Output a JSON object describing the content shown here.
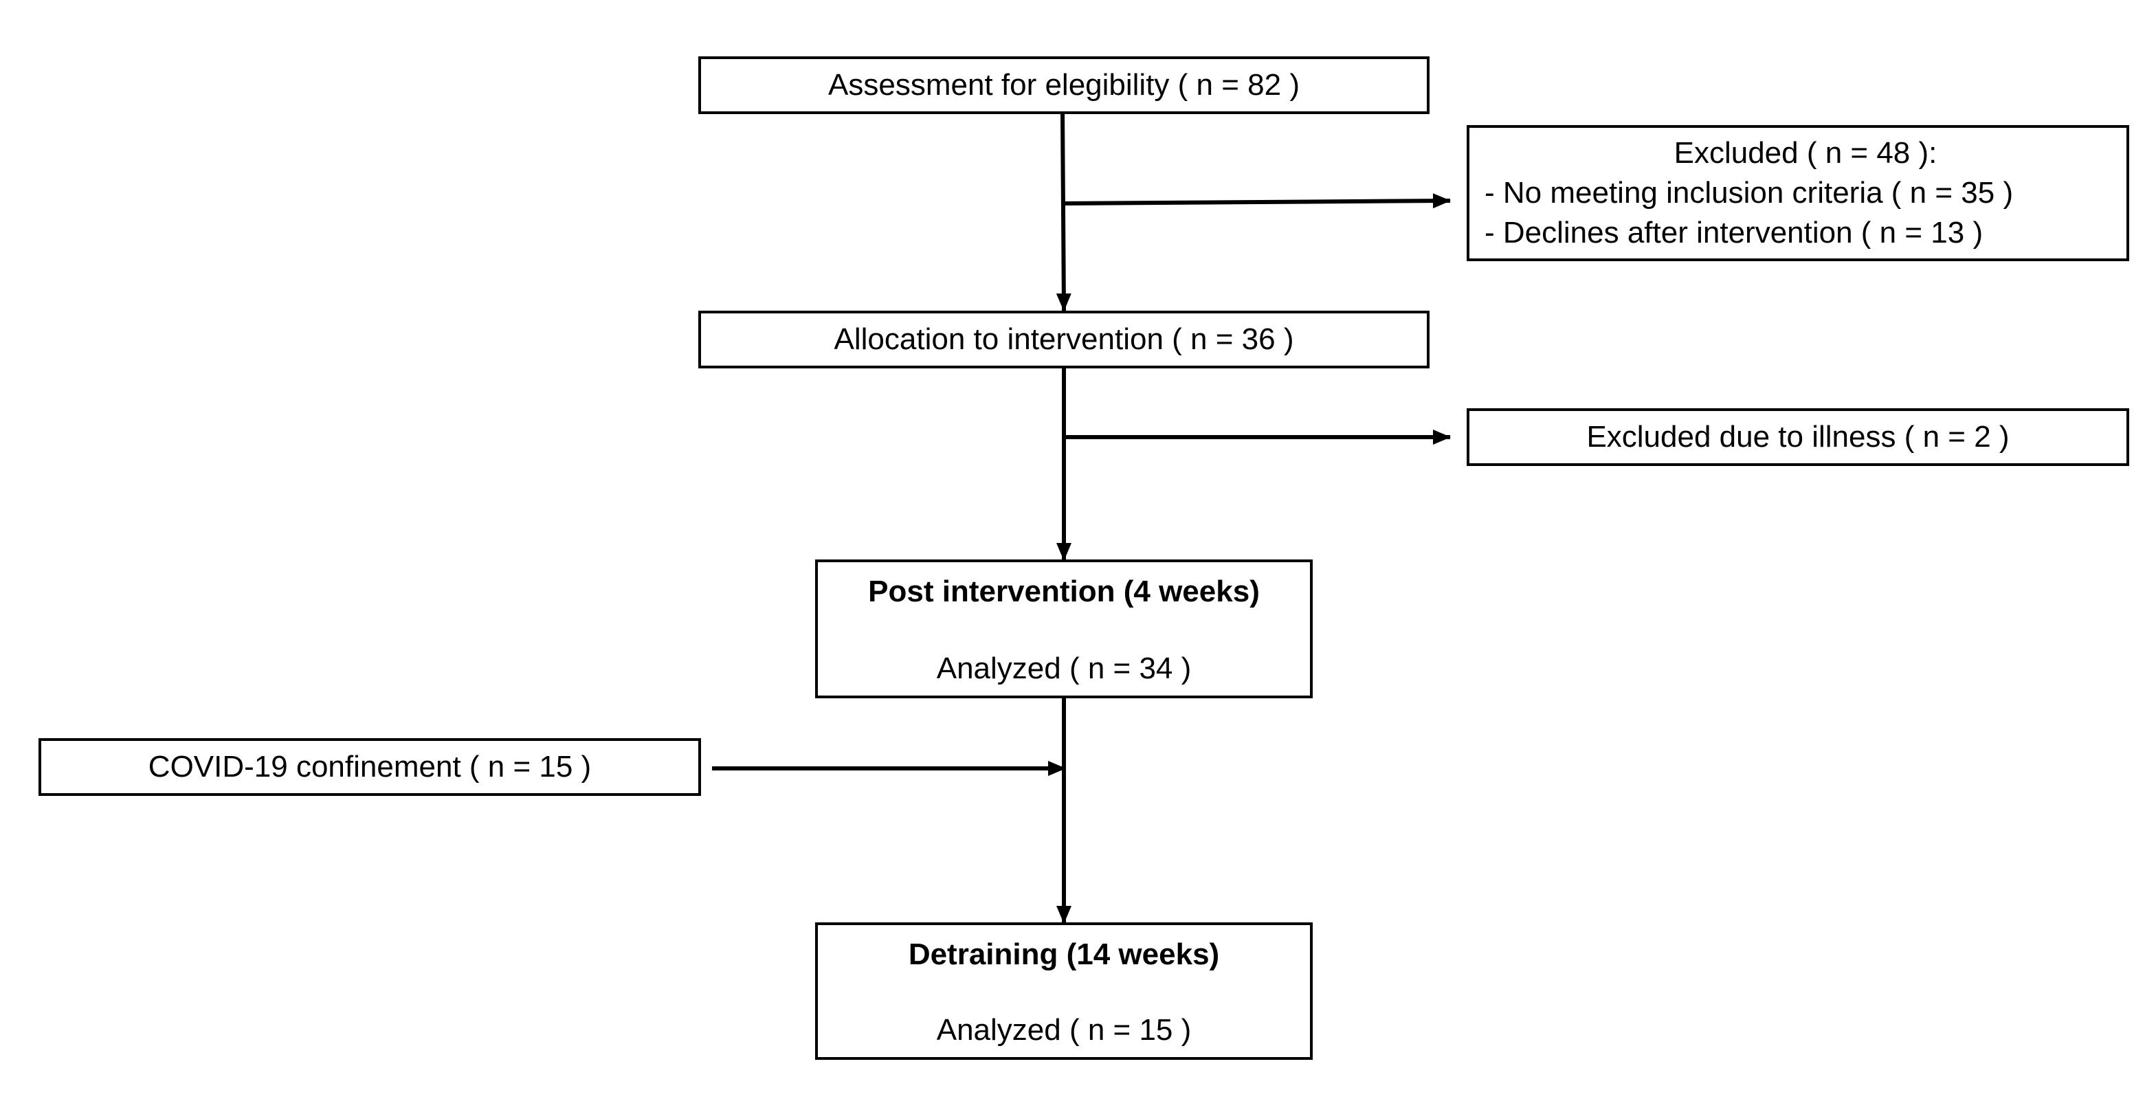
{
  "boxes": {
    "assessment": {
      "text": "Assessment for elegibility ( n = 82 )"
    },
    "excluded": {
      "title": "Excluded ( n = 48 ):",
      "items": [
        "- No meeting inclusion criteria ( n = 35 )",
        "- Declines after intervention ( n = 13 )"
      ]
    },
    "allocation": {
      "text": "Allocation to intervention ( n = 36 )"
    },
    "excluded_illness": {
      "text": "Excluded due to illness ( n = 2 )"
    },
    "post_intervention": {
      "title": "Post intervention (4 weeks)",
      "text": "Analyzed ( n = 34 )"
    },
    "covid": {
      "text": "COVID-19 confinement ( n = 15 )"
    },
    "detraining": {
      "title": "Detraining (14 weeks)",
      "text": "Analyzed ( n = 15 )"
    }
  },
  "colors": {
    "line": "#000000",
    "box_fill": "#ffffff"
  }
}
